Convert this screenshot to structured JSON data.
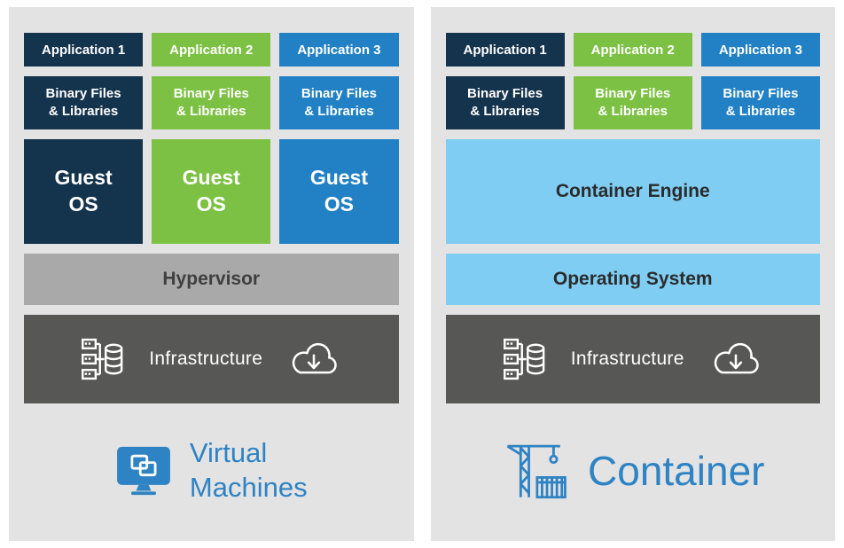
{
  "colors": {
    "navy": "#14334d",
    "green": "#7cc143",
    "blue": "#2181c4",
    "light_blue": "#7fcdf3",
    "gray": "#a9a9a9",
    "dark_gray": "#575756",
    "panel_bg": "#e3e3e3",
    "caption_blue": "#2e83c4"
  },
  "vm": {
    "apps": [
      "Application 1",
      "Application 2",
      "Application 3"
    ],
    "bins": [
      "Binary Files\n& Libraries",
      "Binary Files\n& Libraries",
      "Binary Files\n& Libraries"
    ],
    "guest_os": [
      "Guest\nOS",
      "Guest\nOS",
      "Guest\nOS"
    ],
    "hypervisor": "Hypervisor",
    "infrastructure": "Infrastructure",
    "caption": "Virtual\nMachines"
  },
  "container": {
    "apps": [
      "Application 1",
      "Application 2",
      "Application 3"
    ],
    "bins": [
      "Binary Files\n& Libraries",
      "Binary Files\n& Libraries",
      "Binary Files\n& Libraries"
    ],
    "engine": "Container Engine",
    "os": "Operating System",
    "infrastructure": "Infrastructure",
    "caption": "Container"
  }
}
